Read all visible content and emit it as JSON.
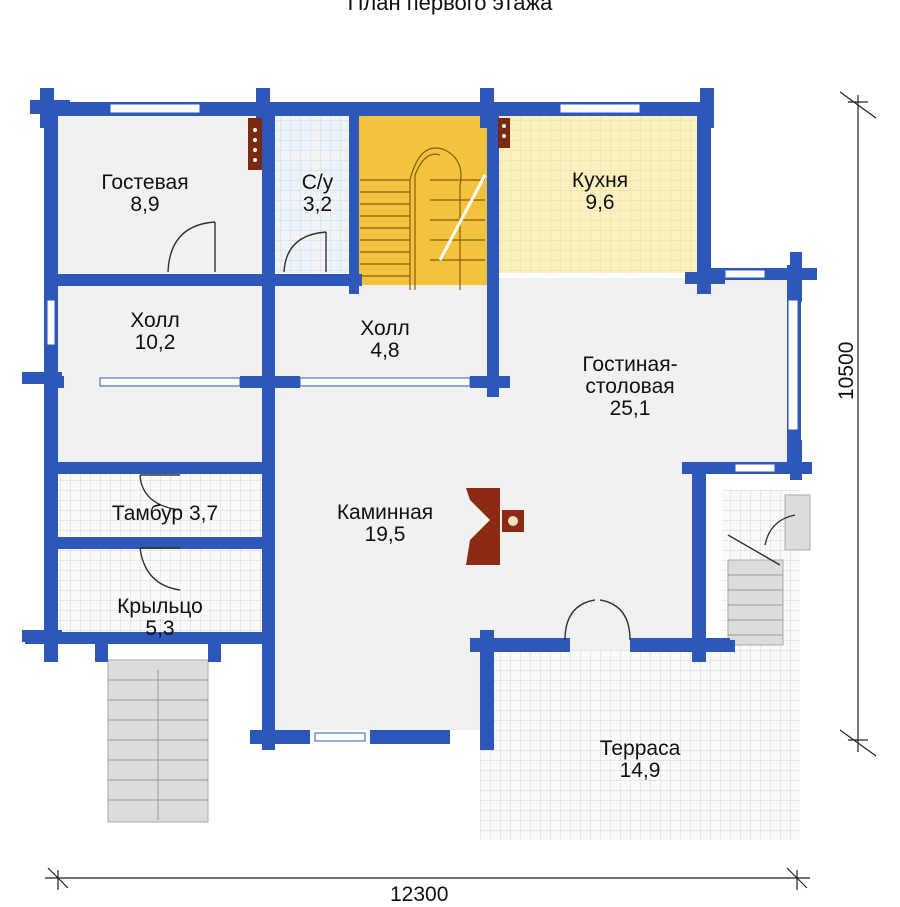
{
  "title": "План первого этажа",
  "rooms": [
    {
      "name": "Гостевая",
      "area": "8,9"
    },
    {
      "name": "С/у",
      "area": "3,2"
    },
    {
      "name": "Кухня",
      "area": "9,6"
    },
    {
      "name": "Холл",
      "area": "10,2"
    },
    {
      "name": "Холл",
      "area": "4,8"
    },
    {
      "name": "Гостиная-",
      "name2": "столовая",
      "area": "25,1"
    },
    {
      "name": "Каминная",
      "area": "19,5"
    },
    {
      "name": "Тамбур",
      "area": "3,7"
    },
    {
      "name": "Крыльцо",
      "area": "5,3"
    },
    {
      "name": "Терраса",
      "area": "14,9"
    }
  ],
  "dimensions": {
    "width": "12300",
    "height": "10500"
  },
  "colors": {
    "wall": "#2d57b8",
    "floor": "#f1f1f1",
    "kitchen": "#fbf0c0",
    "stair": "#f3c33d",
    "fireplace": "#8c2a14",
    "tile": "#d9d9d9"
  }
}
